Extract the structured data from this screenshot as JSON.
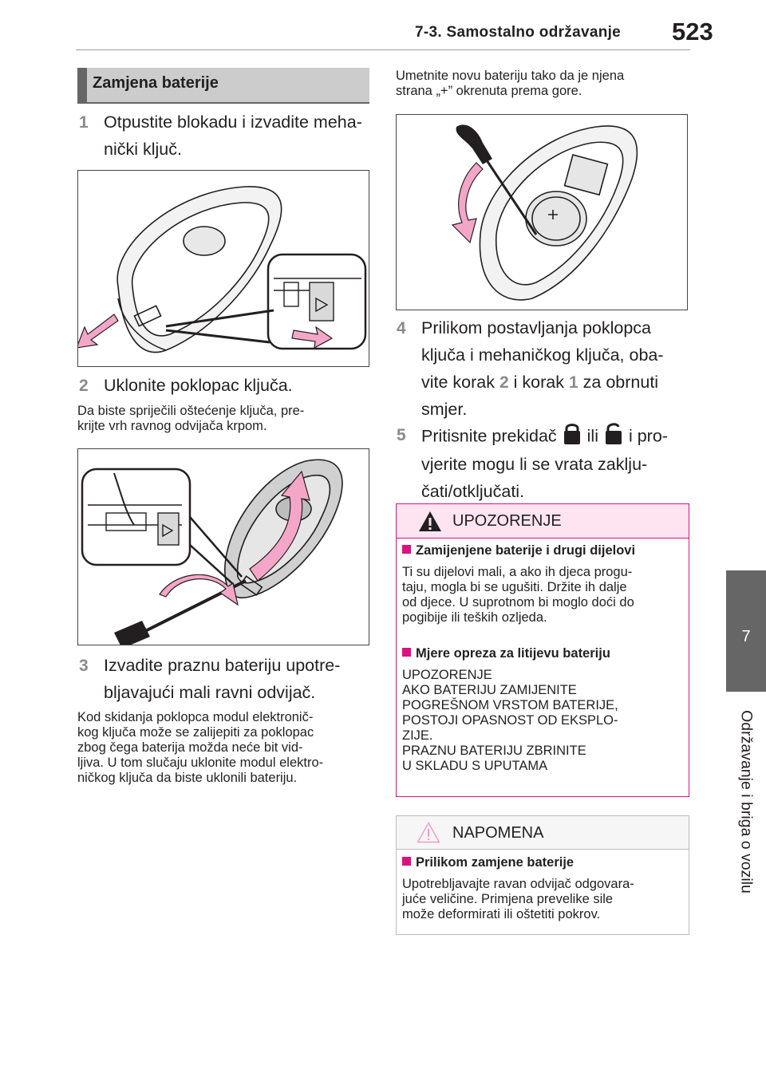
{
  "header": {
    "section": "7-3. Samostalno održavanje",
    "page_number": "523"
  },
  "side_tab": {
    "chapter_number": "7",
    "chapter_title": "Održavanje i briga o vozilu"
  },
  "section": {
    "title": "Zamjena baterije"
  },
  "steps": [
    {
      "num": "1",
      "text_line1": "Otpustite blokadu i izvadite meha-",
      "text_line2": "nički ključ."
    },
    {
      "num": "2",
      "text": "Uklonite poklopac ključa.",
      "note_line1": "Da biste spriječili oštećenje ključa, pre-",
      "note_line2": "krijte vrh ravnog odvijača krpom."
    },
    {
      "num": "3",
      "text_line1": "Izvadite praznu bateriju upotre-",
      "text_line2": "bljavajući mali ravni odvijač.",
      "note_lines": [
        "Kod skidanja poklopca modul elektronič-",
        "kog ključa može se zalijepiti za poklopac",
        "zbog čega baterija možda neće bit vid-",
        "ljiva. U tom slučaju uklonite modul elektro-",
        "ničkog ključa da biste uklonili bateriju."
      ]
    },
    {
      "num": "4",
      "text_lines": [
        "Prilikom postavljanja poklopca",
        "ključa i mehaničkog ključa, oba-",
        "vite korak",
        "i korak",
        "za obrnuti",
        "smjer."
      ],
      "ref_a": "2",
      "ref_b": "1"
    },
    {
      "num": "5",
      "text_a": "Pritisnite prekidač",
      "text_b": "ili",
      "text_c": "i pro-",
      "text_line2": "vjerite mogu li se vrata zaklju-",
      "text_line3": "čati/otključati."
    }
  ],
  "right_intro": {
    "line1": "Umetnite novu bateriju tako da je njena",
    "line2": "strana „+” okrenuta prema gore."
  },
  "warning": {
    "title": "UPOZORENJE",
    "item1_title": "Zamijenjene baterije i drugi dijelovi",
    "item1_lines": [
      "Ti su dijelovi mali, a ako ih djeca progu-",
      "taju, mogla bi se ugušiti. Držite ih dalje",
      "od djece. U suprotnom bi moglo doći do",
      "pogibije ili teških ozljeda."
    ],
    "item2_title": "Mjere opreza za litijevu bateriju",
    "item2_lines": [
      "UPOZORENJE",
      "AKO BATERIJU ZAMIJENITE",
      "POGREŠNOM VRSTOM BATERIJE,",
      "POSTOJI OPASNOST OD EKSPLO-",
      "ZIJE.",
      "PRAZNU BATERIJU ZBRINITE",
      "U SKLADU S UPUTAMA"
    ]
  },
  "notice": {
    "title": "NAPOMENA",
    "item1_title": "Prilikom zamjene baterije",
    "item1_lines": [
      "Upotrebljavajte ravan odvijač odgovara-",
      "juće veličine. Primjena prevelike sile",
      "može deformirati ili oštetiti pokrov."
    ]
  },
  "colors": {
    "accent_pink": "#d8127e",
    "gray_bar": "#cccccc",
    "dark_gray": "#666666",
    "arrow_pink": "#f4a6c9"
  }
}
